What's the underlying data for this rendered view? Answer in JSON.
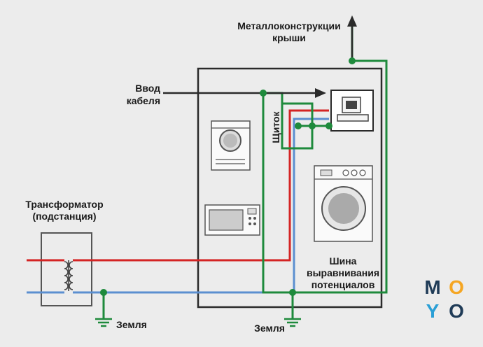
{
  "labels": {
    "roof_line1": "Металлоконструкции",
    "roof_line2": "крыши",
    "cable_line1": "Ввод",
    "cable_line2": "кабеля",
    "panel": "Щиток",
    "transformer_line1": "Трансформатор",
    "transformer_line2": "(подстанция)",
    "bus_line1": "Шина",
    "bus_line2": "выравнивания",
    "bus_line3": "потенциалов",
    "ground_left": "Земля",
    "ground_center": "Земля"
  },
  "logo": {
    "letters": [
      "M",
      "O",
      "Y",
      "O"
    ],
    "colors": [
      "#1f3b57",
      "#f5a623",
      "#2a9fd6",
      "#1f3b57"
    ]
  },
  "colors": {
    "phase": "#d42424",
    "neutral": "#5b8fd0",
    "ground": "#1e8a3c",
    "outline": "#2a2a2a",
    "background": "#ececec"
  }
}
